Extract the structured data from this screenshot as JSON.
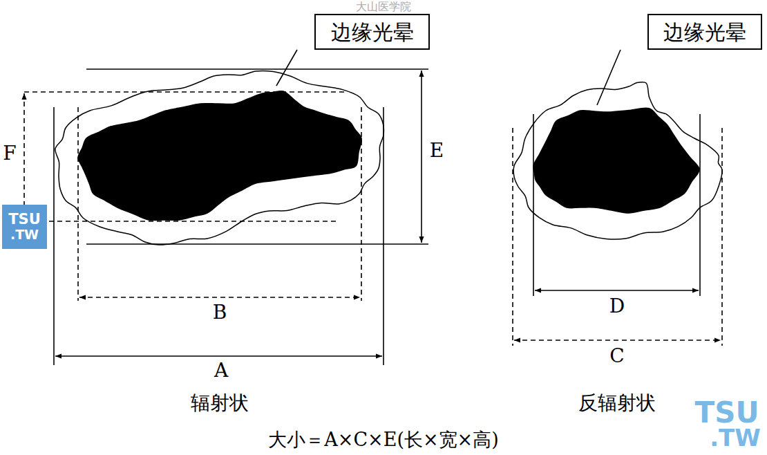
{
  "diagram": {
    "caption": "大小＝A×C×E(长×宽×高)",
    "nodes": [
      {
        "text": [
          "边缘光晕"
        ]
      },
      {
        "text": [
          "边缘光晕"
        ]
      },
      {
        "text": [
          "TSU",
          ".TW"
        ]
      }
    ],
    "labels": [
      "大山医学院",
      "F",
      "E",
      "B",
      "A",
      "D",
      "C",
      "辐射状",
      "反辐射状",
      "TSU",
      ".TW"
    ]
  }
}
